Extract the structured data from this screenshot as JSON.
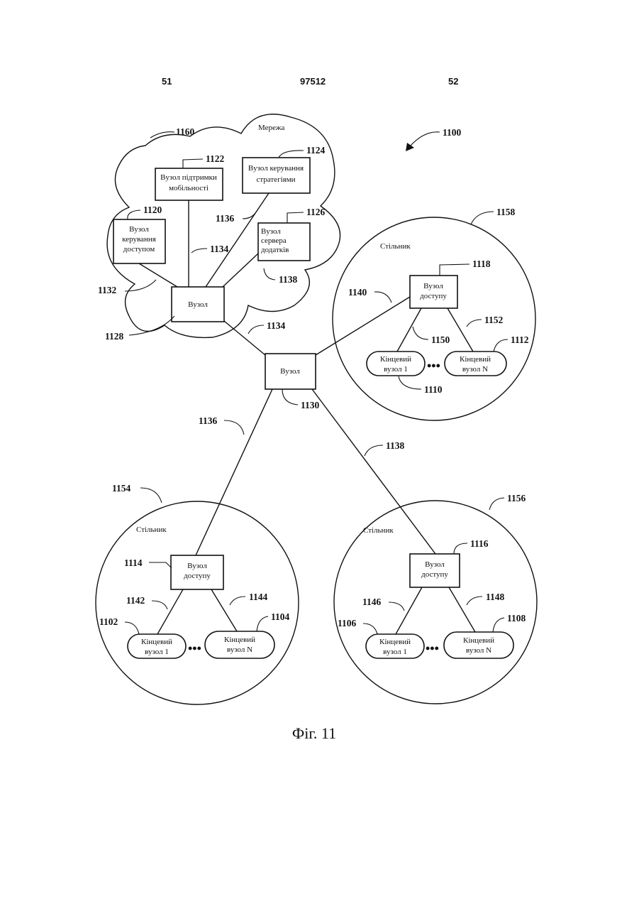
{
  "header": {
    "left_page": "51",
    "doc_number": "97512",
    "right_page": "52"
  },
  "network": {
    "ref": "1160",
    "label": "Мережа",
    "mobility_node": {
      "ref": "1122",
      "line1": "Вузол підтримки",
      "line2": "мобільності"
    },
    "policy_node": {
      "ref": "1124",
      "line1": "Вузол керування",
      "line2": "стратегіями"
    },
    "access_control_node": {
      "ref": "1120",
      "line1": "Вузол",
      "line2": "керування",
      "line3": "доступом"
    },
    "app_server_node": {
      "ref": "1126",
      "line1": "Вузол",
      "line2": "сервера",
      "line3": "додатків"
    },
    "core_node": {
      "ref": "1128",
      "label": "Вузол"
    },
    "links": {
      "l1132": "1132",
      "l1134": "1134",
      "l1136": "1136",
      "l1138": "1138"
    }
  },
  "system_ref": "1100",
  "central_node": {
    "ref": "1130",
    "label": "Вузол"
  },
  "central_links": {
    "l1134": "1134",
    "l1136": "1136",
    "l1138": "1138"
  },
  "cells": {
    "top_right": {
      "ref": "1158",
      "label": "Стільник",
      "access_node": {
        "ref": "1118",
        "line1": "Вузол",
        "line2": "доступу"
      },
      "link_access": "1140",
      "link_left": "1150",
      "link_right": "1152",
      "end_left": {
        "ref": "1110",
        "line1": "Кінцевий",
        "line2": "вузол 1"
      },
      "end_right": {
        "ref": "1112",
        "line1": "Кінцевий",
        "line2": "вузол N"
      }
    },
    "bottom_left": {
      "ref": "1154",
      "label": "Стільник",
      "access_node": {
        "ref": "1114",
        "line1": "Вузол",
        "line2": "доступу"
      },
      "link_left": "1142",
      "link_right": "1144",
      "end_left": {
        "ref": "1102",
        "line1": "Кінцевий",
        "line2": "вузол 1"
      },
      "end_right": {
        "ref": "1104",
        "line1": "Кінцевий",
        "line2": "вузол N"
      }
    },
    "bottom_right": {
      "ref": "1156",
      "label": "Стільник",
      "access_node": {
        "ref": "1116",
        "line1": "Вузол",
        "line2": "доступу"
      },
      "link_left": "1146",
      "link_right": "1148",
      "end_left": {
        "ref": "1106",
        "line1": "Кінцевий",
        "line2": "вузол 1"
      },
      "end_right": {
        "ref": "1108",
        "line1": "Кінцевий",
        "line2": "вузол N"
      }
    }
  },
  "dots": "•••",
  "caption": "Фіг. 11"
}
